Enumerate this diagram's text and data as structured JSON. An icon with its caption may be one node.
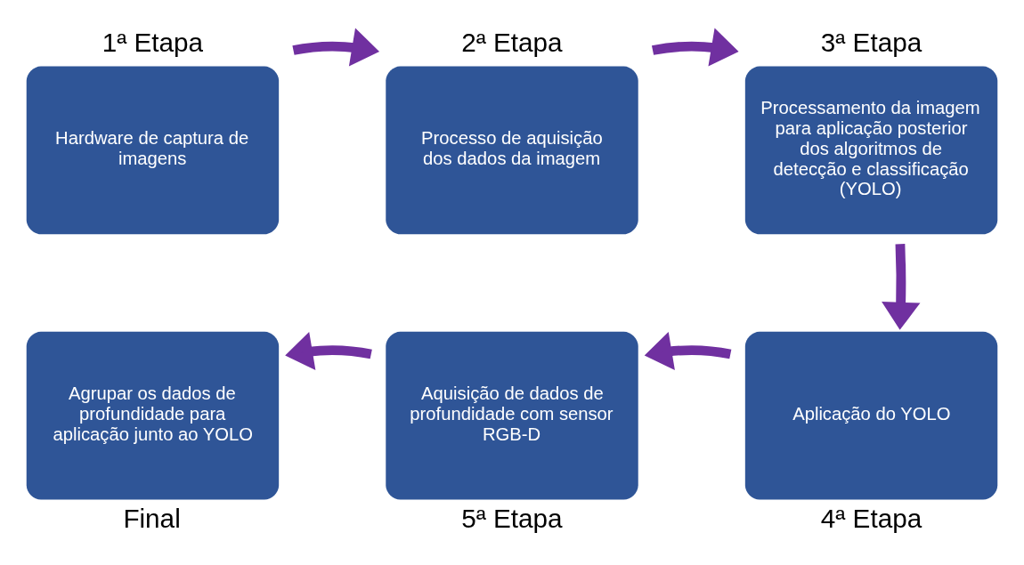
{
  "diagram": {
    "nodes": [
      {
        "text": [
          "1ª Etapa",
          "Hardware de captura de imagens"
        ]
      },
      {
        "text": [
          "2ª Etapa",
          "Processo de aquisição dos dados da imagem"
        ]
      },
      {
        "text": [
          "3ª Etapa",
          "Processamento da imagem para aplicação posterior dos algoritmos de detecção e classificação (YOLO)"
        ]
      },
      {
        "text": [
          "Aplicação do YOLO",
          "4ª Etapa"
        ]
      },
      {
        "text": [
          "Aquisição de dados de profundidade com sensor RGB-D",
          "5ª Etapa"
        ]
      },
      {
        "text": [
          "Agrupar os dados de profundidade para aplicação junto ao YOLO",
          "Final"
        ]
      }
    ],
    "edges": [
      {
        "from": 0,
        "to": 1,
        "arrow": "to"
      },
      {
        "from": 1,
        "to": 2,
        "arrow": "to"
      },
      {
        "from": 2,
        "to": 3,
        "arrow": "to"
      },
      {
        "from": 3,
        "to": 4,
        "arrow": "to"
      },
      {
        "from": 4,
        "to": 5,
        "arrow": "to"
      }
    ]
  }
}
